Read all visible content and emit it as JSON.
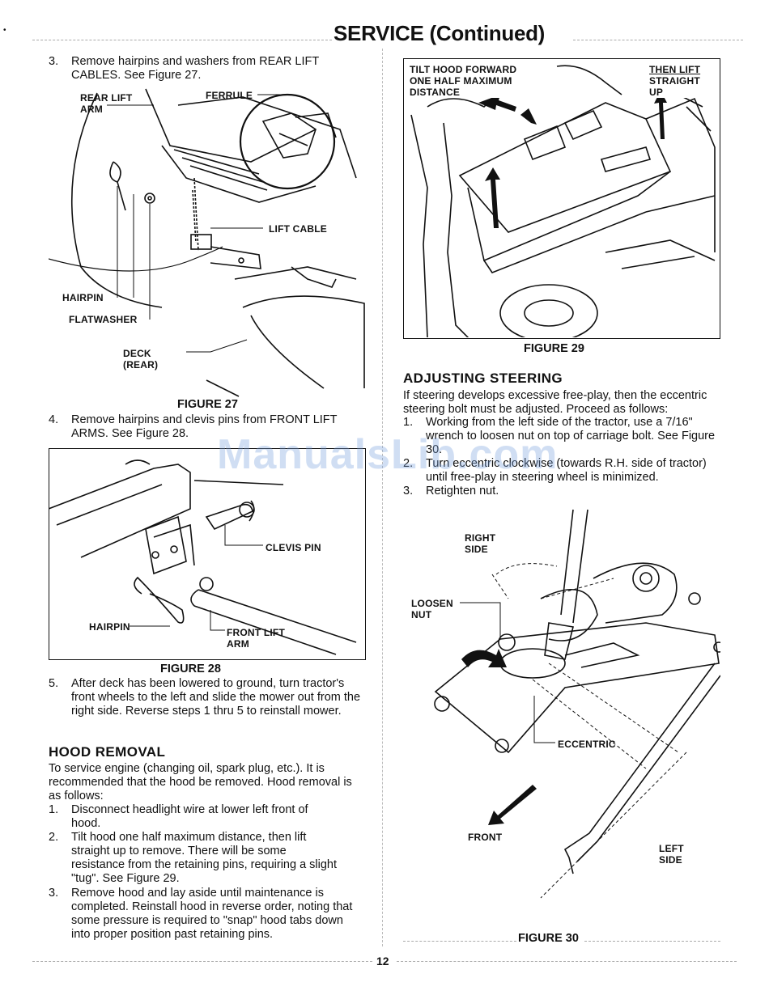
{
  "header": {
    "title": "SERVICE (Continued)"
  },
  "left": {
    "step3": {
      "num": "3.",
      "text": "Remove hairpins and washers from REAR LIFT CABLES.  See Figure 27."
    },
    "fig27": {
      "caption": "FIGURE 27",
      "labels": {
        "rear_lift_arm_1": "REAR LIFT",
        "rear_lift_arm_2": "ARM",
        "ferrule": "FERRULE",
        "lift_cable": "LIFT CABLE",
        "hairpin": "HAIRPIN",
        "flatwasher": "FLATWASHER",
        "deck_1": "DECK",
        "deck_2": "(REAR)"
      }
    },
    "step4": {
      "num": "4.",
      "text": "Remove hairpins and clevis pins from FRONT LIFT ARMS.  See Figure 28."
    },
    "fig28": {
      "caption": "FIGURE 28",
      "labels": {
        "clevis_pin": "CLEVIS PIN",
        "hairpin": "HAIRPIN",
        "front_lift_arm_1": "FRONT LIFT",
        "front_lift_arm_2": "ARM"
      }
    },
    "step5": {
      "num": "5.",
      "text": "After deck has been lowered to ground, turn tractor's front wheels to the left and slide the mower out from the right side.  Reverse steps 1 thru 5 to reinstall mower."
    },
    "hood": {
      "heading": "HOOD REMOVAL",
      "intro": "To service engine (changing oil, spark plug, etc.).  It is recommended that the hood be removed.  Hood removal is as follows:",
      "steps": [
        {
          "num": "1.",
          "text": "Disconnect headlight wire at lower left front of hood."
        },
        {
          "num": "2.",
          "text": "Tilt hood one half maximum distance, then lift straight up to remove.  There will be some resistance from the retaining pins, requiring a slight \"tug\".  See Figure 29."
        },
        {
          "num": "3.",
          "text": "Remove hood and lay aside until maintenance is completed.  Reinstall hood in reverse order, noting that some pressure is required to \"snap\" hood tabs down into proper position past retaining pins."
        }
      ]
    }
  },
  "right": {
    "fig29": {
      "caption": "FIGURE 29",
      "labels": {
        "tilt_1": "TILT HOOD FORWARD",
        "tilt_2": "ONE HALF MAXIMUM",
        "tilt_3": "DISTANCE",
        "then_1": "THEN LIFT",
        "then_2": "STRAIGHT",
        "then_3": "UP"
      }
    },
    "steering": {
      "heading": "ADJUSTING STEERING",
      "intro": "If steering develops excessive free-play, then the eccentric steering bolt must be adjusted.  Proceed as follows:",
      "steps": [
        {
          "num": "1.",
          "text": "Working from the left side of the tractor, use a 7/16\" wrench to loosen nut on top of carriage bolt.  See Figure 30."
        },
        {
          "num": "2.",
          "text": "Turn eccentric clockwise (towards R.H. side of tractor) until free-play in steering wheel is minimized."
        },
        {
          "num": "3.",
          "text": "Retighten nut."
        }
      ]
    },
    "fig30": {
      "caption": "FIGURE 30",
      "labels": {
        "right_1": "RIGHT",
        "right_2": "SIDE",
        "loosen_1": "LOOSEN",
        "loosen_2": "NUT",
        "eccentric": "ECCENTRIC",
        "front": "FRONT",
        "left_1": "LEFT",
        "left_2": "SIDE"
      }
    }
  },
  "watermark": "ManualsLib.com",
  "footer": {
    "page": "12"
  }
}
